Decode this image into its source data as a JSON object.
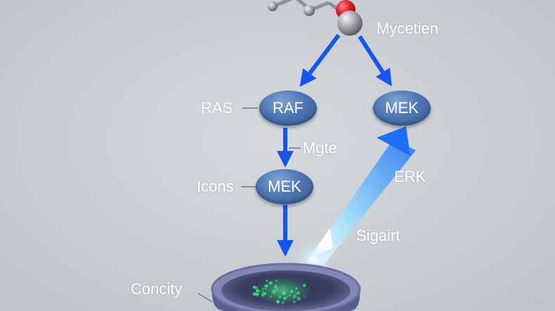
{
  "nodes": {
    "raf": "RAF",
    "mek_top": "MEK",
    "mek_bottom": "MEK"
  },
  "labels": {
    "mycetien": "Mycetien",
    "ras": "RAS",
    "mgte": "Mgte",
    "icons": "Icons",
    "erk": "ERK",
    "sigairt": "Sigairt",
    "concity": "Concity"
  },
  "colors": {
    "arrow_blue": "#1556f0",
    "node_blue": "#4f77b3",
    "background": "#c9cdd1",
    "molecule_red": "#e0202a",
    "glow_cyan": "#7fd8ff",
    "particle_green": "#35e07a"
  }
}
